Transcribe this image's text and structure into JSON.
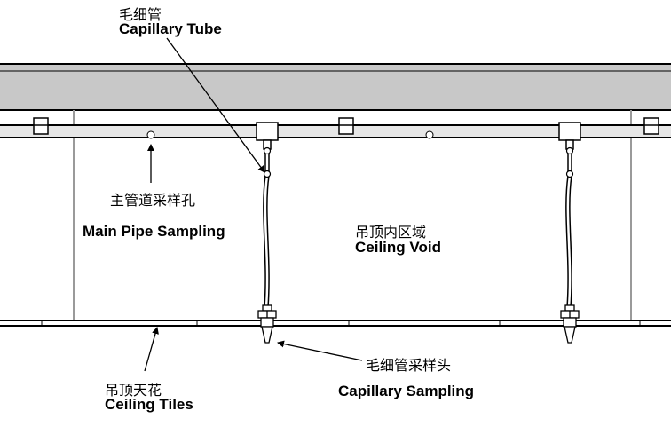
{
  "labels": {
    "capillary_tube": {
      "zh": "毛细管",
      "en": "Capillary Tube"
    },
    "main_pipe_sampling": {
      "zh": "主管道采样孔",
      "en": "Main Pipe Sampling"
    },
    "ceiling_void": {
      "zh": "吊顶内区域",
      "en": "Ceiling Void"
    },
    "capillary_sampling": {
      "zh": "毛细管采样头",
      "en": "Capillary Sampling"
    },
    "ceiling_tiles": {
      "zh": "吊顶天花",
      "en": "Ceiling Tiles"
    }
  },
  "colors": {
    "line": "#000000",
    "beam_fill": "#c8c8c8",
    "pipe_fill": "#e6e6e6",
    "rod": "#9a9a9a"
  },
  "icons": [
    "sampling-hole-icon",
    "capillary-sampling-point-icon",
    "pipe-clip-icon",
    "t-fitting-icon"
  ]
}
